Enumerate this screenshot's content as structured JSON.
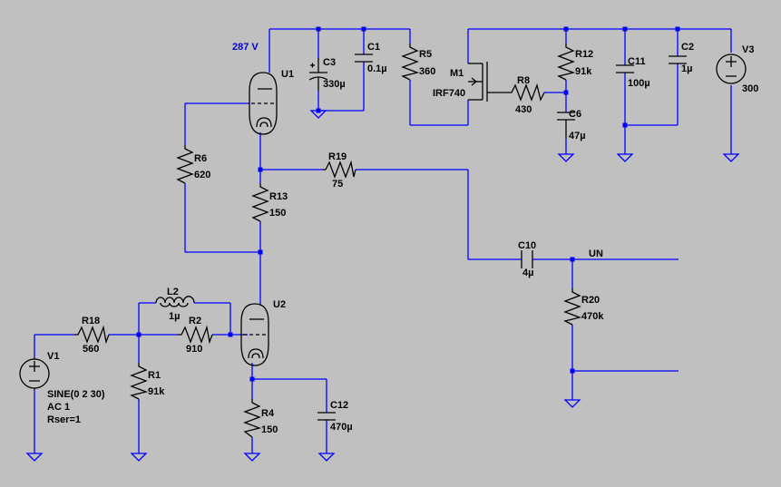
{
  "schematic": {
    "node_voltage": "287 V",
    "net_labels": {
      "output": "UN"
    },
    "components": {
      "U1": {
        "ref": "U1"
      },
      "U2": {
        "ref": "U2"
      },
      "M1": {
        "ref": "M1",
        "value": "IRF740"
      },
      "C1": {
        "ref": "C1",
        "value": "0.1µ"
      },
      "C2": {
        "ref": "C2",
        "value": "1µ"
      },
      "C3": {
        "ref": "C3",
        "value": "330µ"
      },
      "C6": {
        "ref": "C6",
        "value": "47µ"
      },
      "C10": {
        "ref": "C10",
        "value": "4µ"
      },
      "C11": {
        "ref": "C11",
        "value": "100µ"
      },
      "C12": {
        "ref": "C12",
        "value": "470µ"
      },
      "R1": {
        "ref": "R1",
        "value": "91k"
      },
      "R2": {
        "ref": "R2",
        "value": "910"
      },
      "R4": {
        "ref": "R4",
        "value": "150"
      },
      "R5": {
        "ref": "R5",
        "value": "360"
      },
      "R6": {
        "ref": "R6",
        "value": "620"
      },
      "R8": {
        "ref": "R8",
        "value": "430"
      },
      "R12": {
        "ref": "R12",
        "value": "91k"
      },
      "R13": {
        "ref": "R13",
        "value": "150"
      },
      "R18": {
        "ref": "R18",
        "value": "560"
      },
      "R19": {
        "ref": "R19",
        "value": "75"
      },
      "R20": {
        "ref": "R20",
        "value": "470k"
      },
      "L2": {
        "ref": "L2",
        "value": "1µ"
      },
      "V1": {
        "ref": "V1",
        "lines": [
          "SINE(0 2 30)",
          "AC 1",
          "Rser=1"
        ]
      },
      "V3": {
        "ref": "V3",
        "value": "300"
      }
    },
    "colors": {
      "background": "#c0c0c0",
      "wire": "#0000ff",
      "component": "#000000",
      "net_label": "#0000cc"
    }
  }
}
